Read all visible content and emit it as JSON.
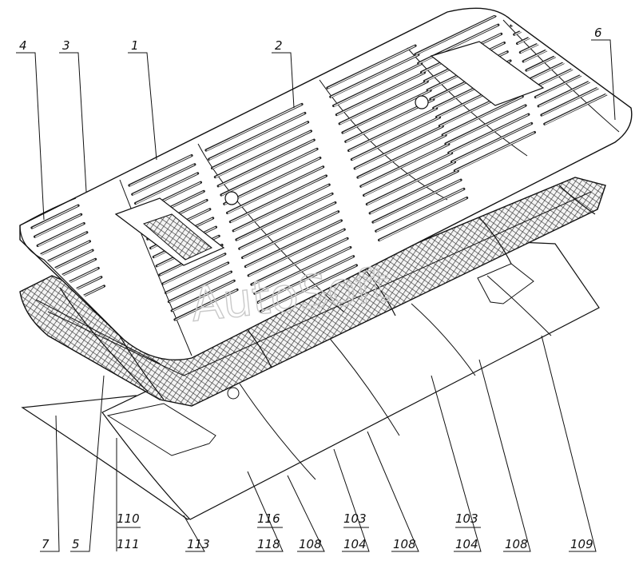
{
  "watermark": "AutoSoft",
  "callouts": {
    "c1": "1",
    "c2": "2",
    "c3": "3",
    "c4": "4",
    "c5": "5",
    "c6": "6",
    "c7": "7",
    "c110": "110",
    "c111": "111",
    "c113": "113",
    "c116": "116",
    "c118": "118",
    "c108a": "108",
    "c103a": "103",
    "c104a": "104",
    "c108b": "108",
    "c103b": "103",
    "c104b": "104",
    "c108c": "108",
    "c109": "109"
  },
  "colors": {
    "ink": "#111111",
    "mesh": "#555555",
    "watermark": "#c9c9c9"
  }
}
